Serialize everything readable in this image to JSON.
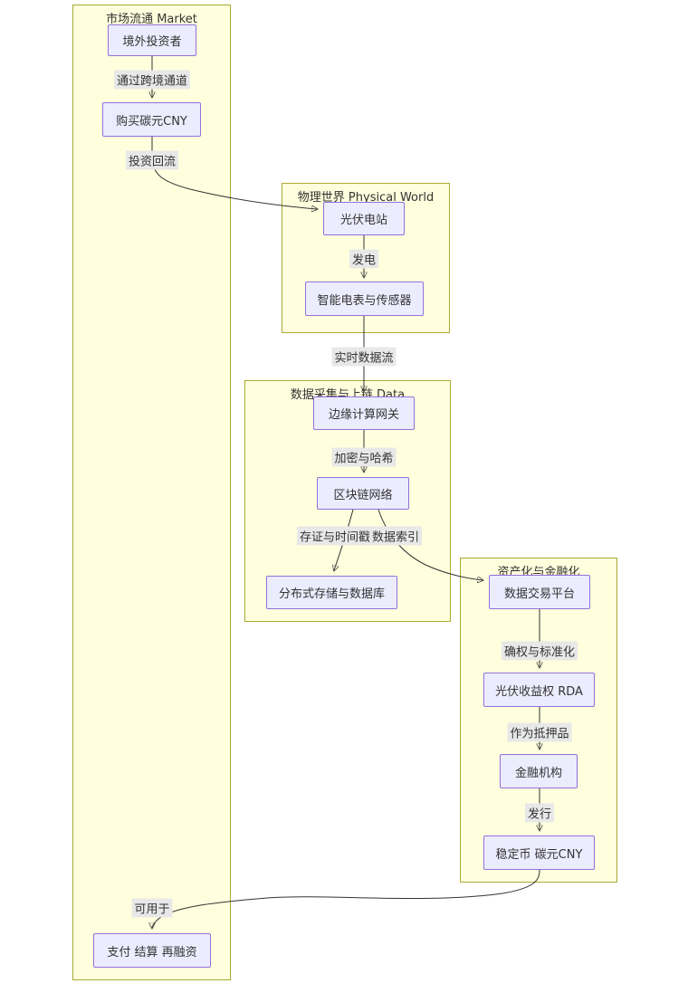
{
  "diagram": {
    "type": "flowchart",
    "colors": {
      "subgraph_fill": "#ffffde",
      "subgraph_border": "#aaaa33",
      "node_fill": "#ECECFF",
      "node_border": "#9370DB",
      "edge_stroke": "#333333",
      "edge_label_bg": "#e8e8e8",
      "text": "#333333",
      "page_bg": "#ffffff"
    },
    "subgraphs": [
      {
        "id": "market",
        "title": "市场流通 Market"
      },
      {
        "id": "physical",
        "title": "物理世界 Physical World"
      },
      {
        "id": "data",
        "title": "数据采集与上链 Data"
      },
      {
        "id": "finance",
        "title": "资产化与金融化"
      }
    ],
    "nodes": [
      {
        "id": "investor",
        "label": "境外投资者",
        "subgraph": "market"
      },
      {
        "id": "buy",
        "label": "购买碳元CNY",
        "subgraph": "market"
      },
      {
        "id": "pv",
        "label": "光伏电站",
        "subgraph": "physical"
      },
      {
        "id": "meter",
        "label": "智能电表与传感器",
        "subgraph": "physical"
      },
      {
        "id": "gateway",
        "label": "边缘计算网关",
        "subgraph": "data"
      },
      {
        "id": "chain",
        "label": "区块链网络",
        "subgraph": "data"
      },
      {
        "id": "storage",
        "label": "分布式存储与数据库",
        "subgraph": "data"
      },
      {
        "id": "platform",
        "label": "数据交易平台",
        "subgraph": "finance"
      },
      {
        "id": "rda",
        "label": "光伏收益权 RDA",
        "subgraph": "finance"
      },
      {
        "id": "bank",
        "label": "金融机构",
        "subgraph": "finance"
      },
      {
        "id": "coin",
        "label": "稳定币 碳元CNY",
        "subgraph": "finance"
      },
      {
        "id": "pay",
        "label": "支付 结算 再融资",
        "subgraph": "market"
      }
    ],
    "edges": [
      {
        "from": "investor",
        "to": "buy",
        "label": "通过跨境通道"
      },
      {
        "from": "buy",
        "to": "pv",
        "label": "投资回流"
      },
      {
        "from": "pv",
        "to": "meter",
        "label": "发电"
      },
      {
        "from": "meter",
        "to": "gateway",
        "label": "实时数据流"
      },
      {
        "from": "gateway",
        "to": "chain",
        "label": "加密与哈希"
      },
      {
        "from": "chain",
        "to": "storage",
        "label": "存证与时间戳"
      },
      {
        "from": "chain",
        "to": "platform",
        "label": "数据索引"
      },
      {
        "from": "platform",
        "to": "rda",
        "label": "确权与标准化"
      },
      {
        "from": "rda",
        "to": "bank",
        "label": "作为抵押品"
      },
      {
        "from": "bank",
        "to": "coin",
        "label": "发行"
      },
      {
        "from": "coin",
        "to": "pay",
        "label": "可用于"
      }
    ]
  }
}
